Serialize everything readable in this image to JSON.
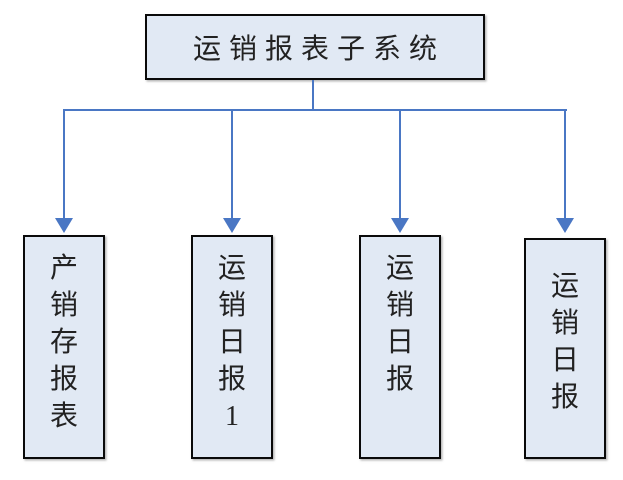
{
  "diagram": {
    "root": {
      "label": "运销报表子系统"
    },
    "children": [
      {
        "label": "产销存报表"
      },
      {
        "label": "运销日报1"
      },
      {
        "label": "运销日报"
      },
      {
        "label": "运销日报"
      }
    ],
    "colors": {
      "box_fill": "#e1e9f4",
      "box_border": "#0a0a0a",
      "connector_blue": "#4a77c4",
      "text": "#222222",
      "background": "#ffffff"
    }
  }
}
